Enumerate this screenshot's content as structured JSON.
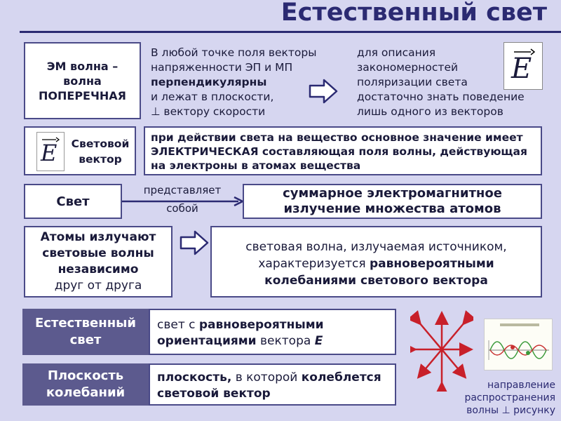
{
  "title": "Естественный свет",
  "row1": {
    "box_label": "ЭМ волна – волна ПОПЕРЕЧНАЯ",
    "text1_line1": "В любой точке поля векторы",
    "text1_line2": "напряженности ЭП и МП",
    "text1_bold": "перпендикулярны",
    "text1_line4": "и лежат в плоскости,",
    "text1_line5": "⊥ вектору скорости",
    "text2_line1": "для описания",
    "text2_line2": "закономерностей",
    "text2_line3": "поляризации света",
    "text2_line4": "достаточно знать поведение",
    "text2_line5": "лишь одного из векторов",
    "vector_symbol": "E"
  },
  "row2": {
    "vector_symbol": "E",
    "label": "Световой вектор",
    "text": "при действии света на вещество основное значение имеет ЭЛЕКТРИЧЕСКАЯ составляющая поля волны, действующая на электроны в атомах вещества"
  },
  "row3": {
    "box_label": "Свет",
    "arrow_top": "представляет",
    "arrow_bottom": "собой",
    "result": "суммарное электромагнитное излучение множества атомов"
  },
  "row4": {
    "bold_text": "Атомы излучают световые волны независимо",
    "normal_text": "друг от друга",
    "result_normal": "световая волна, излучаемая источником, характеризуется",
    "result_bold": "равновероятными колебаниями светового вектора"
  },
  "row5": {
    "label": "Естественный свет",
    "def_normal": "свет с",
    "def_bold": "равновероятными ориентациями",
    "def_normal2": "вектора",
    "def_symbol": "E"
  },
  "row6": {
    "label": "Плоскость колебаний",
    "def_bold": "плоскость,",
    "def_normal": "в которой",
    "def_bold2": "колеблется световой вектор"
  },
  "caption": "направление распространения волны ⊥ рисунку",
  "colors": {
    "title": "#2b2a72",
    "arrow_red": "#c8202a",
    "dark_box": "#5c5a8e",
    "arrow_blue": "#2b2a72"
  }
}
